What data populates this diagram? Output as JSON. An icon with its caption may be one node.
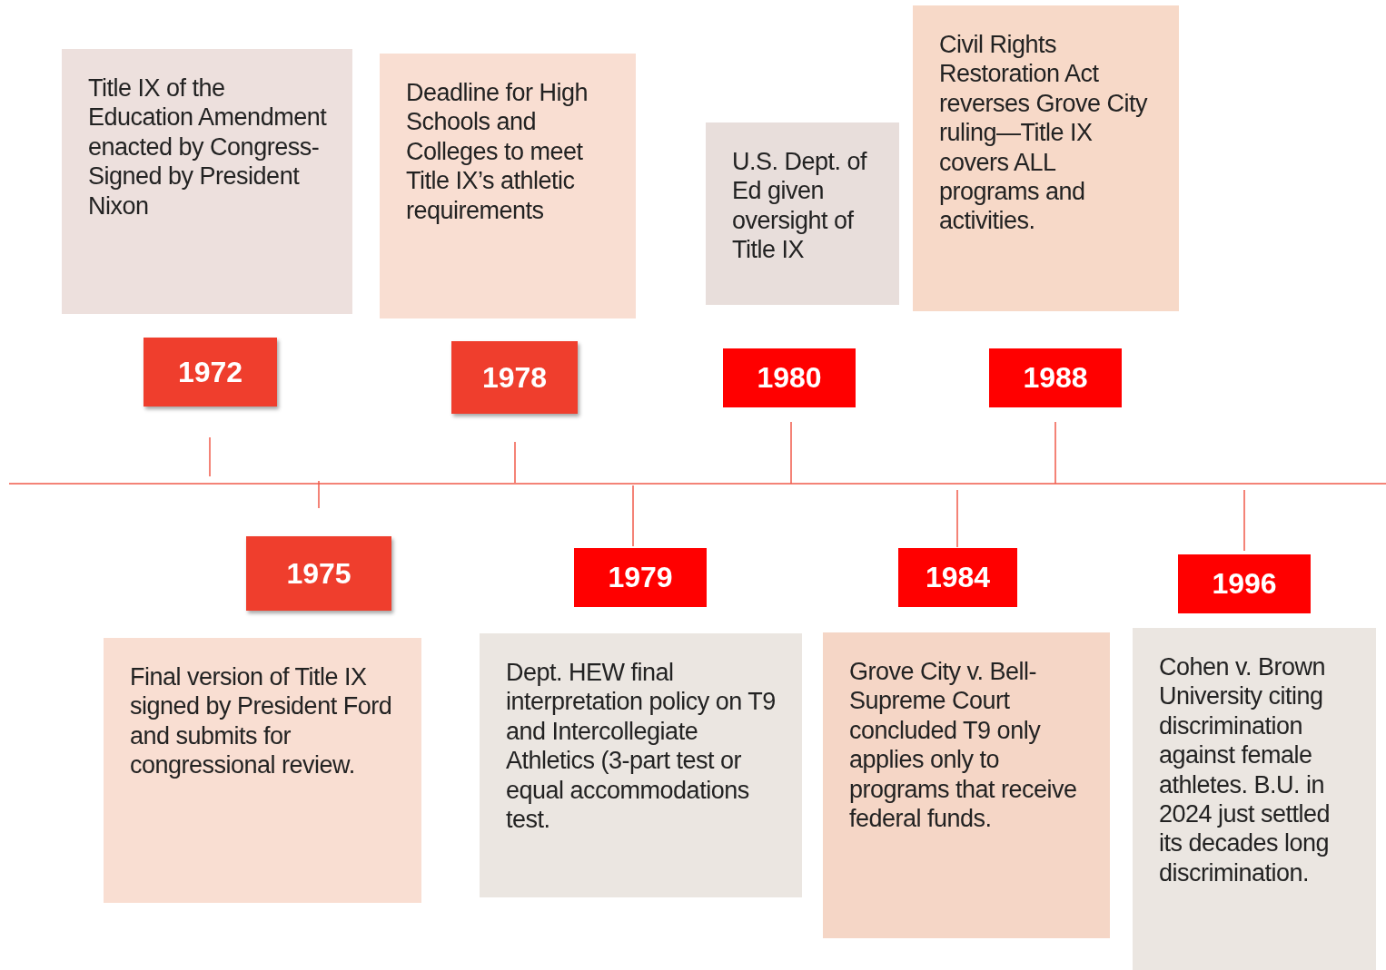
{
  "diagram": {
    "nodes": [
      {
        "text": [
          "Title IX of the Education Amendment enacted by Congress-Signed by President Nixon"
        ]
      },
      {
        "text": [
          "1972"
        ]
      },
      {
        "text": [
          "Deadline for High Schools and Colleges to meet Title IX’s athletic requirements"
        ]
      },
      {
        "text": [
          "1978"
        ]
      },
      {
        "text": [
          "U.S. Dept. of Ed given oversight of Title IX"
        ]
      },
      {
        "text": [
          "1980"
        ]
      },
      {
        "text": [
          "Civil Rights Restoration Act reverses Grove City ruling—Title IX covers ALL programs and activities."
        ]
      },
      {
        "text": [
          "1988"
        ]
      },
      {
        "text": [
          "1975"
        ]
      },
      {
        "text": [
          "Final version of Title IX signed by President Ford and submits for congressional review."
        ]
      },
      {
        "text": [
          "1979"
        ]
      },
      {
        "text": [
          "Dept. HEW final interpretation policy on T9 and Intercollegiate Athletics (3-part test or equal accommodations test."
        ]
      },
      {
        "text": [
          "1984"
        ]
      },
      {
        "text": [
          "Grove City v. Bell-Supreme Court concluded T9 only applies only to programs that receive federal funds."
        ]
      },
      {
        "text": [
          "1996"
        ]
      },
      {
        "text": [
          "Cohen v. Brown University citing discrimination against female athletes.  B.U. in 2024 just settled its decades long discrimination."
        ]
      }
    ]
  }
}
